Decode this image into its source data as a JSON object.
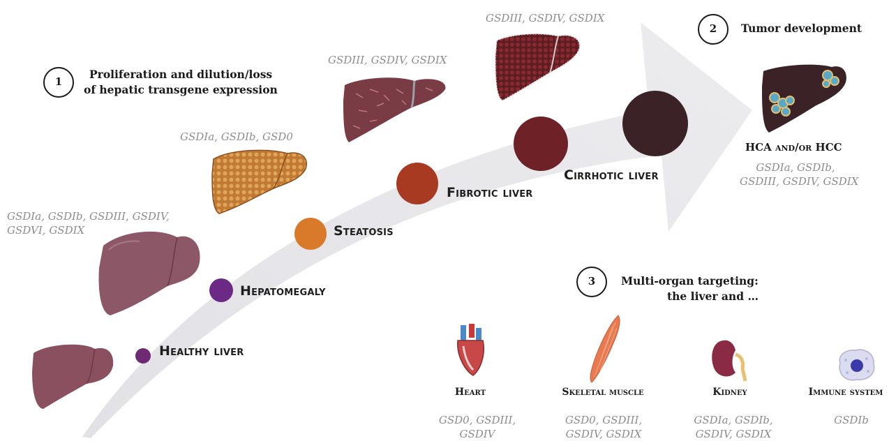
{
  "step1": {
    "number": "1",
    "line1": "Proliferation and dilution/loss",
    "line2": "of hepatic transgene expression"
  },
  "step2": {
    "number": "2",
    "title": "Tumor development"
  },
  "step3": {
    "number": "3",
    "line1": "Multi-organ targeting:",
    "line2": "the liver and …"
  },
  "stages": {
    "healthy": {
      "label": "Healthy liver",
      "color": "#6e2a72",
      "gsd_line1": "GSDIa, GSDIb, GSDIII, GSDIV,",
      "gsd_line2": "GSDVI, GSDIX"
    },
    "hepatomegaly": {
      "label": "Hepatomegaly",
      "color": "#6a2a86"
    },
    "steatosis": {
      "label": "Steatosis",
      "color": "#d97a2a",
      "gsd": "GSDIa, GSDIb, GSD0"
    },
    "fibrotic": {
      "label": "Fibrotic liver",
      "color": "#a83a22",
      "gsd": "GSDIII, GSDIV, GSDIX"
    },
    "cirrhotic": {
      "label": "Cirrhotic liver",
      "color": "#3a2226",
      "gsd": "GSDIII, GSDIV, GSDIX"
    },
    "tumor": {
      "label": "HCA and/or HCC",
      "gsd_line1": "GSDIa, GSDIb,",
      "gsd_line2": "GSDIII, GSDIV, GSDIX"
    }
  },
  "organs": [
    {
      "name": "Heart",
      "gsd_line1": "GSD0, GSDIII,",
      "gsd_line2": "GSDIV",
      "icon": "heart-icon"
    },
    {
      "name": "Skeletal muscle",
      "gsd_line1": "GSD0, GSDIII,",
      "gsd_line2": "GSDIV, GSDIX",
      "icon": "muscle-icon"
    },
    {
      "name": "Kidney",
      "gsd_line1": "GSDIa, GSDIb,",
      "gsd_line2": "GSDIV, GSDIX",
      "icon": "kidney-icon"
    },
    {
      "name": "Immune system",
      "gsd_line1": "GSDIb",
      "gsd_line2": "",
      "icon": "immune-cell-icon"
    }
  ]
}
